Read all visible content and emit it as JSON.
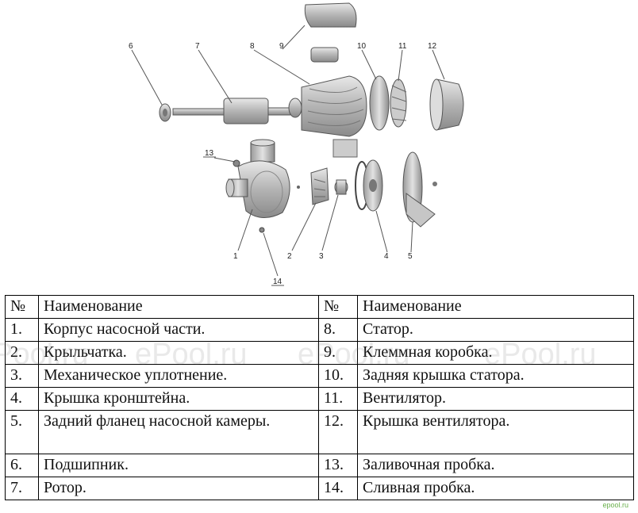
{
  "diagram": {
    "callouts": [
      "1",
      "2",
      "3",
      "4",
      "5",
      "6",
      "7",
      "8",
      "9",
      "10",
      "11",
      "12",
      "13",
      "14"
    ]
  },
  "table": {
    "headers": [
      "№",
      "Наименование",
      "№",
      "Наименование"
    ],
    "rows": [
      {
        "n1": "1.",
        "name1": "Корпус насосной части.",
        "n2": "8.",
        "name2": "Статор."
      },
      {
        "n1": "2.",
        "name1": "Крыльчатка.",
        "n2": "9.",
        "name2": "Клеммная коробка."
      },
      {
        "n1": "3.",
        "name1": "Механическое уплотнение.",
        "n2": "10.",
        "name2": "Задняя крышка статора."
      },
      {
        "n1": "4.",
        "name1": "Крышка кронштейна.",
        "n2": "11.",
        "name2": "Вентилятор."
      },
      {
        "n1": "5.",
        "name1": "Задний фланец насосной камеры.",
        "n2": "12.",
        "name2": "Крышка вентилятора."
      },
      {
        "n1": "6.",
        "name1": "Подшипник.",
        "n2": "13.",
        "name2": "Заливочная пробка."
      },
      {
        "n1": "7.",
        "name1": "Ротор.",
        "n2": "14.",
        "name2": "Сливная пробка."
      }
    ]
  },
  "watermarks": [
    "ePool.ru",
    "ePool.ru",
    "ePool.ru",
    "ePool.ru"
  ],
  "brand": "epool.ru",
  "colors": {
    "line": "#555555",
    "fill": "#bdbdbd",
    "dark": "#7d7d7d"
  }
}
